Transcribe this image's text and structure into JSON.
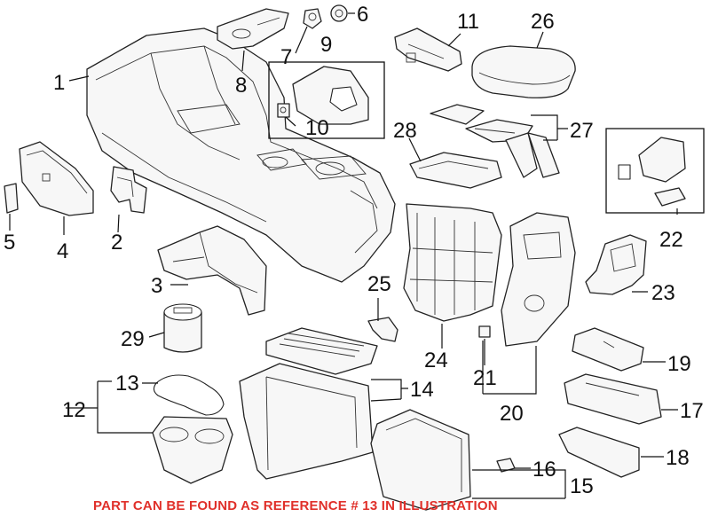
{
  "diagram": {
    "callouts": {
      "c1": "1",
      "c2": "2",
      "c3": "3",
      "c4": "4",
      "c5": "5",
      "c6": "6",
      "c7": "7",
      "c8": "8",
      "c9": "9",
      "c10": "10",
      "c11": "11",
      "c12": "12",
      "c13": "13",
      "c14": "14",
      "c15": "15",
      "c16": "16",
      "c17": "17",
      "c18": "18",
      "c19": "19",
      "c20": "20",
      "c21": "21",
      "c22": "22",
      "c23": "23",
      "c24": "24",
      "c25": "25",
      "c26": "26",
      "c27": "27",
      "c28": "28",
      "c29": "29"
    },
    "caption": "PART CAN BE FOUND AS REFERENCE # 13 IN ILLUSTRATION",
    "colors": {
      "caption": "#e0302a",
      "lines": "#111111"
    }
  }
}
